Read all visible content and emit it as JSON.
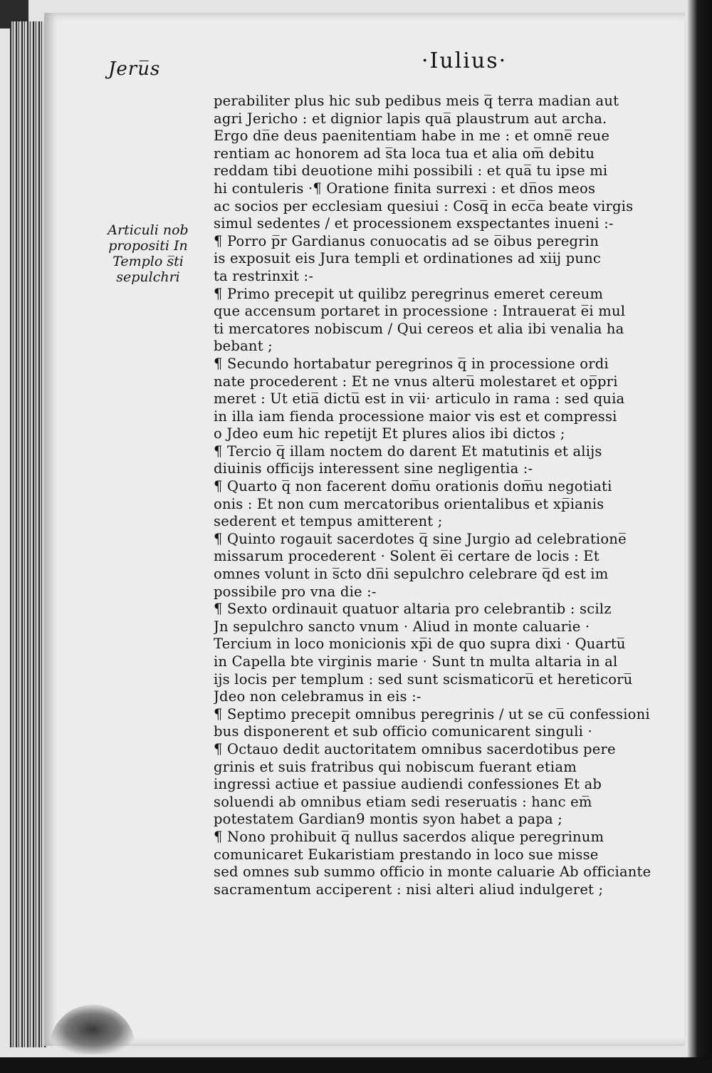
{
  "running_head": {
    "left": "Jeru̅s",
    "center": "·Iulius·"
  },
  "margin_note": [
    "Articuli nob",
    "propositi In",
    "Templo s̅ti",
    "sepulchri"
  ],
  "text_lines": [
    "perabiliter plus hic sub pedibus meis q̅ terra madian aut",
    "agri Jericho : et dignior lapis qua̅ plaustrum aut archa.",
    "Ergo dn̅e deus paenitentiam habe in me : et omne̅ reue",
    "rentiam ac honorem ad s̅ta loca tua et alia om̅ debitu",
    "reddam tibi deuotione mihi possibili : et qua̅ tu ipse mi",
    "hi contuleris ·¶ Oratione finita surrexi : et dn̅os meos",
    "ac socios per ecclesiam quesiui : Cosq̅ in ecc̅a beate virgis",
    "simul sedentes / et processionem exspectantes inueni :-",
    "¶ Porro p̅r Gardianus conuocatis ad se o̅ibus peregrin",
    "is exposuit eis Jura templi et ordinationes ad xiij punc",
    "ta restrinxit :-",
    "¶ Primo precepit ut quilibz peregrinus emeret cereum",
    "que accensum portaret in processione : Intrauerat e̅i mul",
    "ti mercatores nobiscum / Qui cereos et alia ibi venalia ha",
    "bebant ;",
    "¶ Secundo hortabatur peregrinos q̅ in processione ordi",
    "nate procederent : Et ne vnus alteru̅ molestaret et op̅pri",
    "meret : Ut etia̅ dictu̅ est in vii· articulo in rama : sed quia",
    "in illa iam fienda processione maior vis est et compressi",
    "o Jdeo eum hic repetijt Et plures alios ibi dictos ;",
    "¶ Tercio q̅ illam noctem d̅o darent Et matutinis et alijs",
    "diuinis officijs interessent sine negligentia :-",
    "¶ Quarto q̅ non facerent dom̅u orationis dom̅u negotiati",
    "onis : Et non cum mercatoribus orientalibus et xp̅ianis",
    "sederent et tempus amitterent ;",
    "¶ Quinto rogauit sacerdotes q̅ sine Jurgio ad celebratione̅",
    "missarum procederent · Solent e̅i certare de locis : Et",
    "omnes volunt in s̅cto dn̅i sepulchro celebrare q̅d est im",
    "possibile pro vna die :-",
    "¶ Sexto ordinauit quatuor altaria pro celebrantib̅ : scilz",
    "Jn sepulchro sancto vnum · Aliud in monte caluarie ·",
    "Tercium in loco monicionis xp̅i de quo supra dixi · Quartu̅",
    "in Capella b̅te virginis marie · Sunt t̅n multa altaria in al",
    "ijs locis per templum : sed sunt scismaticoru̅ et hereticoru̅",
    "Jdeo non celebramus in eis :-",
    "¶ Septimo precepit omnibus peregrinis / ut se cu̅ confessioni",
    "bus disponerent et sub officio comunicarent singuli ·",
    "¶ Octauo dedit auctoritatem omnibus sacerdotibus pere",
    "grinis et suis fratribus qui nobiscum fuerant etiam",
    "ingressi actiue et passiue audiendi confessiones Et ab",
    "soluendi ab omnibus etiam sedi reseruatis : hanc em̅",
    "potestatem Gardian9 montis syon habet a papa ;",
    "¶ Nono prohibuit q̅ nullus sacerdos alique peregrinum",
    "comunicaret Eukaristiam prestando in loco sue misse",
    "sed omnes sub summo officio in monte caluarie Ab officiante",
    "sacramentum acciperent : nisi alteri aliud indulgeret ;"
  ]
}
